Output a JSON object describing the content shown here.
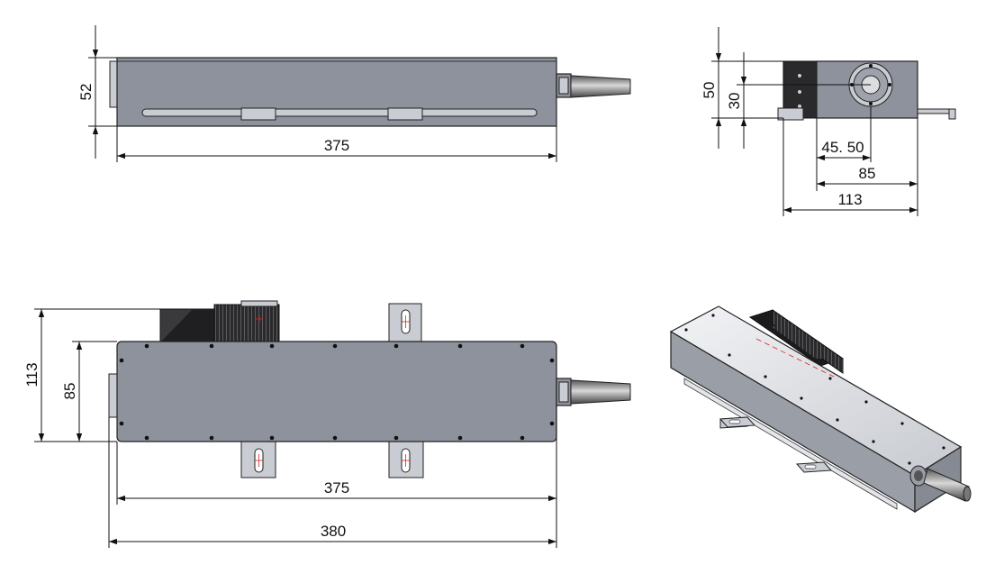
{
  "colors": {
    "housing": "#8e929c",
    "housing_light": "#c9ccd2",
    "heatsink": "#2a2a2c",
    "lines": "#111111",
    "marker": "#dd2222"
  },
  "views": {
    "side": {
      "height_dim": "52",
      "length_dim": "375"
    },
    "end": {
      "height_dim": "50",
      "center_dim": "30",
      "offset_dim": "45. 50",
      "body_width_dim": "85",
      "total_width_dim": "113"
    },
    "top": {
      "total_height_dim": "113",
      "body_height_dim": "85",
      "body_length_dim": "375",
      "total_length_dim": "380"
    }
  }
}
